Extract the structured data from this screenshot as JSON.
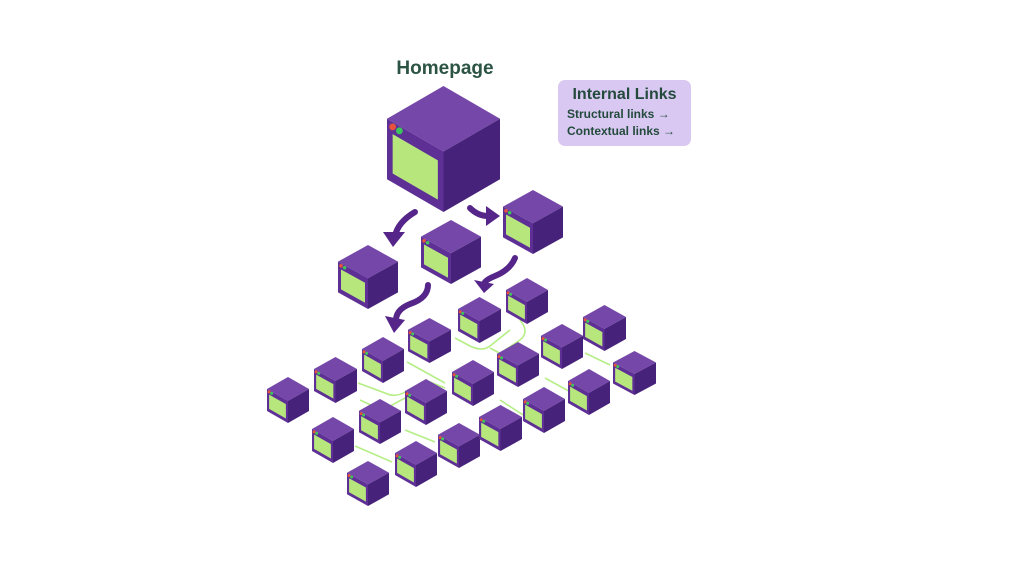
{
  "diagram": {
    "title": "Homepage",
    "legend": {
      "heading": "Internal Links",
      "items": [
        "Structural links →",
        "Contextual links →"
      ]
    },
    "colors": {
      "cube_top": "#7547a8",
      "cube_left": "#5e3096",
      "cube_right": "#47227a",
      "screen": "#b7e67d",
      "structural_arrow": "#55258a",
      "contextual_link": "#b5ee85",
      "dot_red": "#e8523d",
      "dot_green": "#3cc55a"
    }
  }
}
